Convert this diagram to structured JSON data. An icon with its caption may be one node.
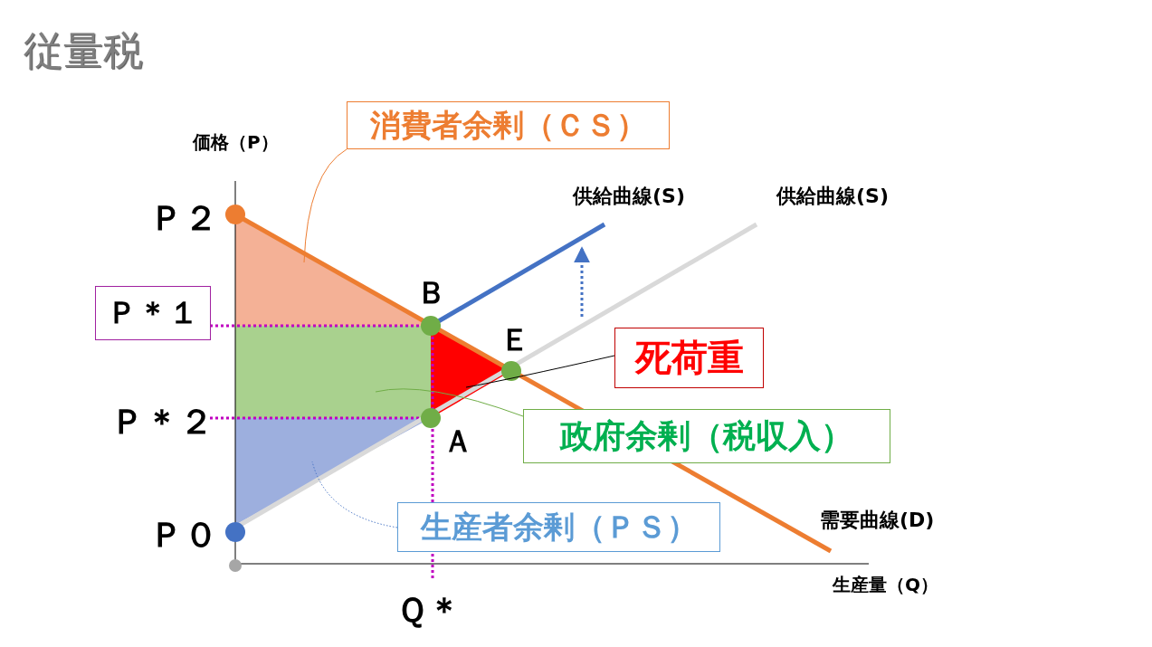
{
  "diagram": {
    "title": "従量税",
    "nodes": [
      {
        "text": [
          "消費者余剰（ＣＳ）"
        ]
      },
      {
        "text": [
          "Ｐ＊１"
        ]
      },
      {
        "text": [
          "死荷重"
        ]
      },
      {
        "text": [
          "政府余剰（税収入）"
        ]
      },
      {
        "text": [
          "生産者余剰（ＰＳ）"
        ]
      },
      {
        "text": [],
        "shape": "triangle"
      },
      {
        "text": [],
        "shape": "box"
      },
      {
        "text": [],
        "shape": "triangle"
      },
      {
        "text": [],
        "shape": "triangle"
      }
    ],
    "edges": [
      {
        "from": 0,
        "to": 5,
        "arrow": "none",
        "color": "#ed7d31"
      },
      {
        "from": 2,
        "to": 7,
        "arrow": "none",
        "color": "#000000"
      },
      {
        "from": 3,
        "to": 6,
        "arrow": "none",
        "color": "#70ad47"
      },
      {
        "from": 4,
        "to": 8,
        "arrow": "none",
        "style": "dashed",
        "color": "#4472c4"
      }
    ],
    "labels": [
      "価格（P）",
      "Ｐ２",
      "Ｐ＊２",
      "Ｐ０",
      "Ｂ",
      "Ｅ",
      "Ａ",
      "供給曲線(S)",
      "供給曲線(S)",
      "需要曲線(D)",
      "生産量（Q）",
      "Ｑ＊"
    ]
  }
}
